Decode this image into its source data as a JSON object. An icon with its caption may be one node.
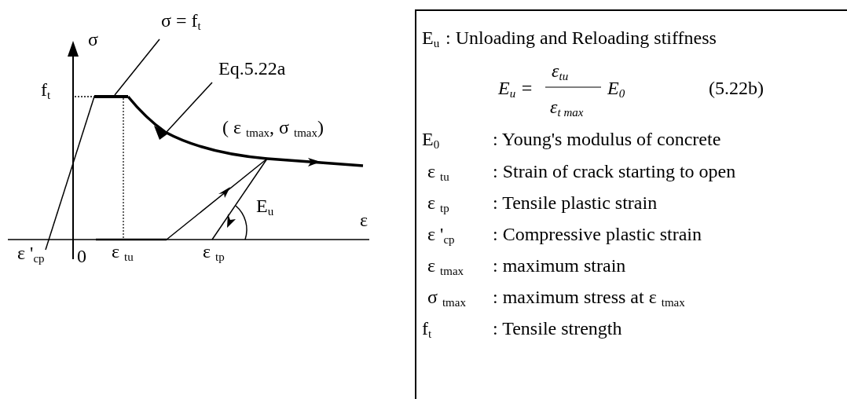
{
  "diagram": {
    "nodes": [
      {
        "text": [
          "σ = f$_{t}$"
        ]
      },
      {
        "text": [],
        "shape": "bar"
      },
      {
        "text": [
          "Eq.5.22a"
        ]
      },
      {
        "text": [],
        "shape": "curve"
      },
      {
        "text": [
          "E$_{u}$",
          ": Unloading and Reloading stiffness",
          "E$_{u}$ =",
          "ε$_{tu}$",
          "ε$_{t max}$",
          "E$_{0}$",
          "(5.22b)",
          "E$_{0}$",
          ": Young's modulus of concrete",
          "ε $_{tu}$",
          ": Strain of crack starting to open",
          "ε $_{tp}$",
          ": Tensile plastic strain",
          "ε '$_{cp}$",
          ": Compressive plastic strain",
          "ε $_{tmax}$",
          ": maximum strain",
          "σ $_{tmax}$",
          ": maximum stress at  ε $_{tmax}$",
          "f$_{t}$",
          ": Tensile strength"
        ]
      }
    ],
    "edges": [
      {
        "from": 0,
        "to": 1,
        "arrow": "none"
      },
      {
        "from": 2,
        "to": 3,
        "arrow": "none"
      }
    ],
    "labels": [
      "σ",
      "f$_{t}$",
      "( ε $_{tmax}$, σ $_{tmax}$)",
      "E$_{u}$",
      "ε",
      "ε '$_{cp}$",
      "0",
      "ε $_{tu}$",
      "ε $_{tp}$"
    ]
  }
}
